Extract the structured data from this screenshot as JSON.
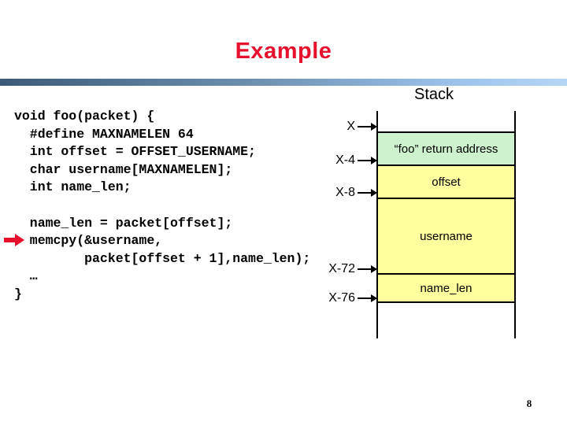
{
  "slide": {
    "title": "Example",
    "page_number": "8"
  },
  "colors": {
    "title_red": "#e8112d",
    "marker_arrow_red": "#e8112d",
    "divider_gradient_left": "#3c5a78",
    "divider_gradient_right": "#b6d6f8",
    "cell_green": "#cdf2cd",
    "cell_yellow": "#ffff9e",
    "line_black": "#000000"
  },
  "code": {
    "lines": [
      "void foo(packet) {",
      "  #define MAXNAMELEN 64",
      "  int offset = OFFSET_USERNAME;",
      "  char username[MAXNAMELEN];",
      "  int name_len;",
      "",
      "  name_len = packet[offset];",
      "  memcpy(&username,",
      "         packet[offset + 1],name_len);",
      "  …",
      "}"
    ]
  },
  "stack": {
    "heading": "Stack",
    "address_labels": [
      "X",
      "X-4",
      "X-8",
      "X-72",
      "X-76"
    ],
    "cells": [
      {
        "label": "“foo” return address"
      },
      {
        "label": "offset"
      },
      {
        "label": "username"
      },
      {
        "label": "name_len"
      }
    ]
  },
  "icons": {
    "memcpy_marker": "red-right-arrow",
    "address_pointer": "right-arrow"
  }
}
